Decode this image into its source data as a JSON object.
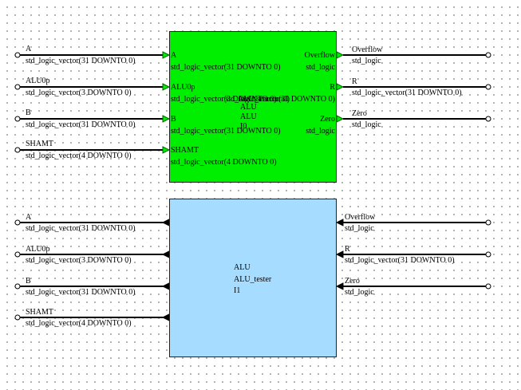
{
  "colors": {
    "top_block": "#00ee00",
    "bottom_block": "#a6dcff",
    "wire": "#000000",
    "dot_grid": "#9a9a9a"
  },
  "top_block": {
    "name": "ALU",
    "entity": "ALU",
    "instance": "I0",
    "overlay_text": "ALU(structural)",
    "inputs": [
      {
        "name": "A",
        "type": "std_logic_vector(31 DOWNTO 0)"
      },
      {
        "name": "ALU0p",
        "type": "std_logic_vector(3 DOWNTO 0)"
      },
      {
        "name": "B",
        "type": "std_logic_vector(31 DOWNTO 0)"
      },
      {
        "name": "SHAMT",
        "type": "std_logic_vector(4 DOWNTO 0)"
      }
    ],
    "outputs": [
      {
        "name": "Overflow",
        "type": "std_logic"
      },
      {
        "name": "R",
        "type": "std_logic_vector(31 DOWNTO 0)"
      },
      {
        "name": "Zero",
        "type": "std_logic"
      }
    ]
  },
  "top_signals_left": [
    {
      "name": "A",
      "type": "std_logic_vector(31 DOWNTO 0)"
    },
    {
      "name": "ALU0p",
      "type": "std_logic_vector(3 DOWNTO 0)"
    },
    {
      "name": "B",
      "type": "std_logic_vector(31 DOWNTO 0)"
    },
    {
      "name": "SHAMT",
      "type": "std_logic_vector(4 DOWNTO 0)"
    }
  ],
  "top_signals_right": [
    {
      "name": "Overflow",
      "type": "std_logic"
    },
    {
      "name": "R",
      "type": "std_logic_vector(31 DOWNTO 0)"
    },
    {
      "name": "Zero",
      "type": "std_logic"
    }
  ],
  "bottom_block": {
    "name": "ALU",
    "entity": "ALU_tester",
    "instance": "I1"
  },
  "bottom_signals_left": [
    {
      "name": "A",
      "type": "std_logic_vector(31 DOWNTO 0)"
    },
    {
      "name": "ALU0p",
      "type": "std_logic_vector(3 DOWNTO 0)"
    },
    {
      "name": "B",
      "type": "std_logic_vector(31 DOWNTO 0)"
    },
    {
      "name": "SHAMT",
      "type": "std_logic_vector(4 DOWNTO 0)"
    }
  ],
  "bottom_signals_right": [
    {
      "name": "Overflow",
      "type": "std_logic"
    },
    {
      "name": "R",
      "type": "std_logic_vector(31 DOWNTO 0)"
    },
    {
      "name": "Zero",
      "type": "std_logic"
    }
  ]
}
